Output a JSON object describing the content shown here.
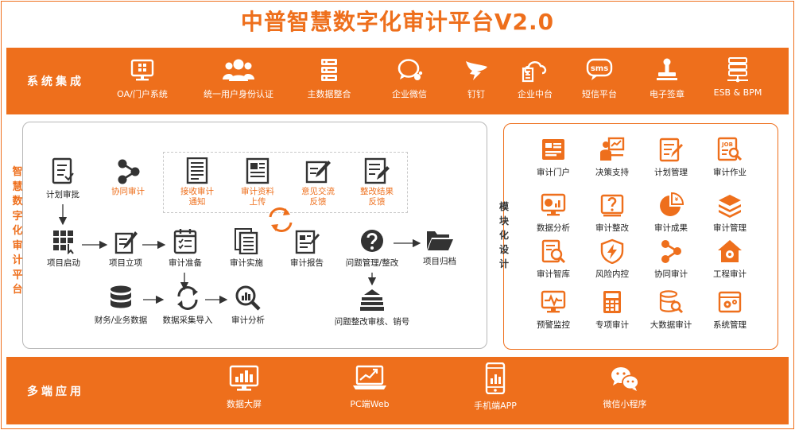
{
  "header": {
    "title": "中普智慧数字化审计平台V2.0"
  },
  "system_integration": {
    "label": "系统集成",
    "items": [
      {
        "label": "OA/门户系统",
        "icon": "oa-portal-icon"
      },
      {
        "label": "统一用户身份认证",
        "icon": "users-icon"
      },
      {
        "label": "主数据整合",
        "icon": "database-server-icon"
      },
      {
        "label": "企业微信",
        "icon": "wecom-icon"
      },
      {
        "label": "钉钉",
        "icon": "dingtalk-icon"
      },
      {
        "label": "企业中台",
        "icon": "cloud-building-icon"
      },
      {
        "label": "短信平台",
        "icon": "sms-icon"
      },
      {
        "label": "电子签章",
        "icon": "stamp-icon"
      },
      {
        "label": "ESB & BPM",
        "icon": "server-network-icon"
      }
    ]
  },
  "smart_audit": {
    "label": "智慧数字化审计平台",
    "flow": {
      "plan_approval": "计划审批",
      "collab_audit": "协同审计",
      "project_start": "项目启动",
      "project_setup": "项目立项",
      "audit_prep": "审计准备",
      "audit_impl": "审计实施",
      "audit_report": "审计报告",
      "issue_mgmt": "问题管理/整改",
      "project_archive": "项目归档",
      "fin_data": "财务/业务数据",
      "data_import": "数据采集导入",
      "audit_analysis": "审计分析",
      "issue_review": "问题整改审核、销号"
    },
    "collab_steps": [
      {
        "label": "接收审计\n通知",
        "icon": "document-lines-icon"
      },
      {
        "label": "审计资料\n上传",
        "icon": "newspaper-icon"
      },
      {
        "label": "意见交流\n反馈",
        "icon": "edit-note-icon"
      },
      {
        "label": "整改结果\n反馈",
        "icon": "checklist-edit-icon"
      }
    ]
  },
  "modular_design": {
    "label": "模块化设计",
    "modules": [
      {
        "label": "审计门户",
        "icon": "portal-icon"
      },
      {
        "label": "决策支持",
        "icon": "presenter-icon"
      },
      {
        "label": "计划管理",
        "icon": "plan-icon"
      },
      {
        "label": "审计作业",
        "icon": "job-search-icon"
      },
      {
        "label": "数据分析",
        "icon": "monitor-chart-icon"
      },
      {
        "label": "审计整改",
        "icon": "question-board-icon"
      },
      {
        "label": "审计成果",
        "icon": "pie-chart-icon"
      },
      {
        "label": "审计管理",
        "icon": "layers-icon"
      },
      {
        "label": "审计智库",
        "icon": "doc-search-icon"
      },
      {
        "label": "风险内控",
        "icon": "shield-bolt-icon"
      },
      {
        "label": "协同审计",
        "icon": "share-icon"
      },
      {
        "label": "工程审计",
        "icon": "house-gear-icon"
      },
      {
        "label": "预警监控",
        "icon": "pulse-monitor-icon"
      },
      {
        "label": "专项审计",
        "icon": "calculator-icon"
      },
      {
        "label": "大数据审计",
        "icon": "db-search-icon"
      },
      {
        "label": "系统管理",
        "icon": "settings-window-icon"
      }
    ]
  },
  "multi_terminal": {
    "label": "多端应用",
    "items": [
      {
        "label": "数据大屏",
        "icon": "bigscreen-chart-icon"
      },
      {
        "label": "PC端Web",
        "icon": "laptop-chart-icon"
      },
      {
        "label": "手机端APP",
        "icon": "mobile-app-icon"
      },
      {
        "label": "微信小程序",
        "icon": "wechat-icon"
      }
    ]
  },
  "colors": {
    "accent": "#ee6f1c",
    "dark": "#333333",
    "panel_border": "#b8b8b8"
  }
}
